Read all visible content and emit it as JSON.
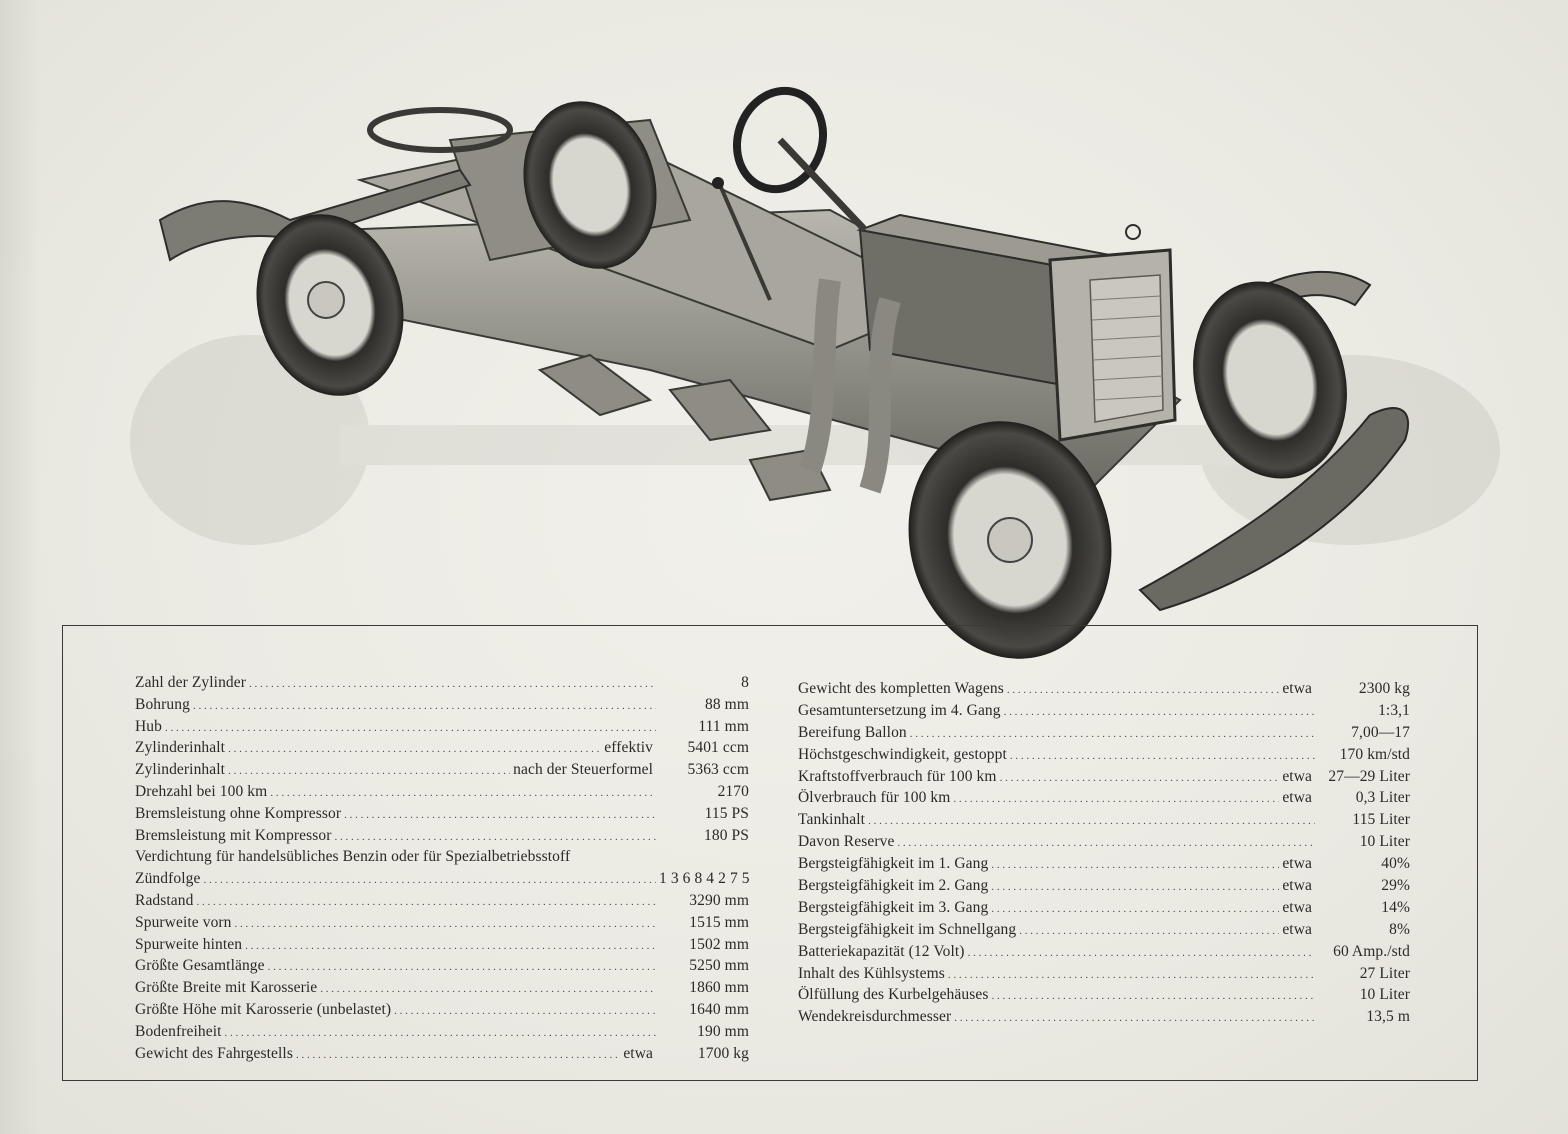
{
  "specs": {
    "left": [
      {
        "label": "Zahl der Zylinder",
        "qualifier": "",
        "value": "8"
      },
      {
        "label": "Bohrung",
        "qualifier": "",
        "value": "88 mm"
      },
      {
        "label": "Hub",
        "qualifier": "",
        "value": "111 mm"
      },
      {
        "label": "Zylinderinhalt",
        "qualifier": "effektiv",
        "value": "5401 ccm"
      },
      {
        "label": "Zylinderinhalt",
        "qualifier": "nach der Steuerformel",
        "value": "5363 ccm"
      },
      {
        "label": "Drehzahl bei 100 km",
        "qualifier": "",
        "value": "2170"
      },
      {
        "label": "Bremsleistung ohne Kompressor",
        "qualifier": "",
        "value": "115 PS"
      },
      {
        "label": "Bremsleistung mit Kompressor",
        "qualifier": "",
        "value": "180 PS"
      },
      {
        "label": "Verdichtung für handelsübliches Benzin oder für Spezialbetriebsstoff",
        "qualifier": "",
        "value": ""
      },
      {
        "label": "Zündfolge",
        "qualifier": "",
        "value": "1 3 6 8 4 2 7 5"
      },
      {
        "label": "Radstand",
        "qualifier": "",
        "value": "3290 mm"
      },
      {
        "label": "Spurweite vorn",
        "qualifier": "",
        "value": "1515 mm"
      },
      {
        "label": "Spurweite hinten",
        "qualifier": "",
        "value": "1502 mm"
      },
      {
        "label": "Größte Gesamtlänge",
        "qualifier": "",
        "value": "5250 mm"
      },
      {
        "label": "Größte Breite mit Karosserie",
        "qualifier": "",
        "value": "1860 mm"
      },
      {
        "label": "Größte Höhe mit Karosserie (unbelastet)",
        "qualifier": "",
        "value": "1640 mm"
      },
      {
        "label": "Bodenfreiheit",
        "qualifier": "",
        "value": "190 mm"
      },
      {
        "label": "Gewicht des Fahrgestells",
        "qualifier": "etwa",
        "value": "1700 kg"
      }
    ],
    "right": [
      {
        "label": "Gewicht des kompletten Wagens",
        "qualifier": "etwa",
        "value": "2300 kg"
      },
      {
        "label": "Gesamtuntersetzung im 4. Gang",
        "qualifier": "",
        "value": "1:3,1"
      },
      {
        "label": "Bereifung Ballon",
        "qualifier": "",
        "value": "7,00—17"
      },
      {
        "label": "Höchstgeschwindigkeit, gestoppt",
        "qualifier": "",
        "value": "170 km/std"
      },
      {
        "label": "Kraftstoffverbrauch für 100 km",
        "qualifier": "etwa",
        "value": "27—29 Liter"
      },
      {
        "label": "Ölverbrauch für 100 km",
        "qualifier": "etwa",
        "value": "0,3 Liter"
      },
      {
        "label": "Tankinhalt",
        "qualifier": "",
        "value": "115 Liter"
      },
      {
        "label": "Davon Reserve",
        "qualifier": "",
        "value": "10 Liter"
      },
      {
        "label": "Bergsteigfähigkeit im 1. Gang",
        "qualifier": "etwa",
        "value": "40%"
      },
      {
        "label": "Bergsteigfähigkeit im 2. Gang",
        "qualifier": "etwa",
        "value": "29%"
      },
      {
        "label": "Bergsteigfähigkeit im 3. Gang",
        "qualifier": "etwa",
        "value": "14%"
      },
      {
        "label": "Bergsteigfähigkeit im Schnellgang",
        "qualifier": "etwa",
        "value": "8%"
      },
      {
        "label": "Batteriekapazität (12 Volt)",
        "qualifier": "",
        "value": "60 Amp./std"
      },
      {
        "label": "Inhalt des Kühlsystems",
        "qualifier": "",
        "value": "27 Liter"
      },
      {
        "label": "Ölfüllung des Kurbelgehäuses",
        "qualifier": "",
        "value": "10 Liter"
      },
      {
        "label": "Wendekreisdurchmesser",
        "qualifier": "",
        "value": "13,5 m"
      }
    ]
  }
}
